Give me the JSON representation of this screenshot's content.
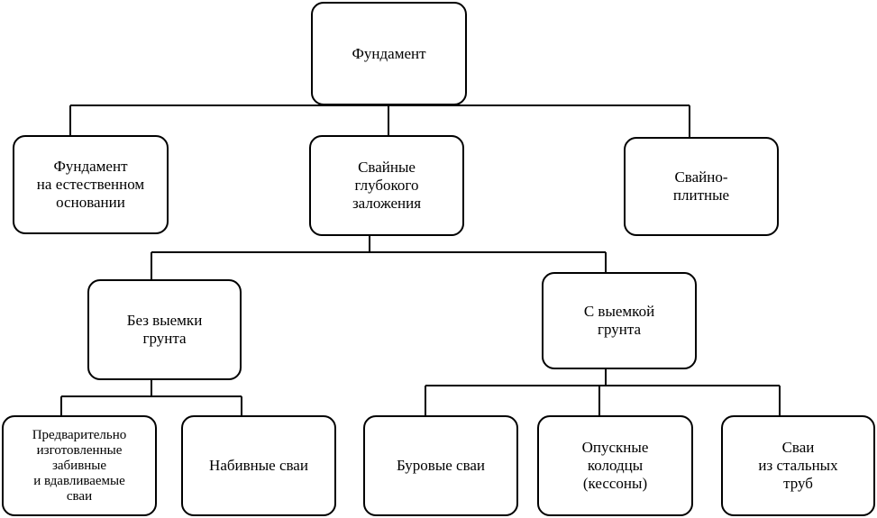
{
  "diagram": {
    "nodes": {
      "root": "Фундамент",
      "natural": "Фундамент\nна естественном\nосновании",
      "deep": "Свайные\nглубокого\nзаложения",
      "pile_slab": "Свайно-\nплитные",
      "no_excavation": "Без выемки\nгрунта",
      "with_excavation": "С выемкой\nгрунта",
      "precast": "Предварительно\nизготовленные\nзабивные\nи вдавливаемые\nсваи",
      "cast_in_place": "Набивные сваи",
      "bored": "Буровые сваи",
      "caissons": "Опускные\nколодцы\n(кессоны)",
      "steel_pipe": "Сваи\nиз стальных\nтруб"
    }
  }
}
